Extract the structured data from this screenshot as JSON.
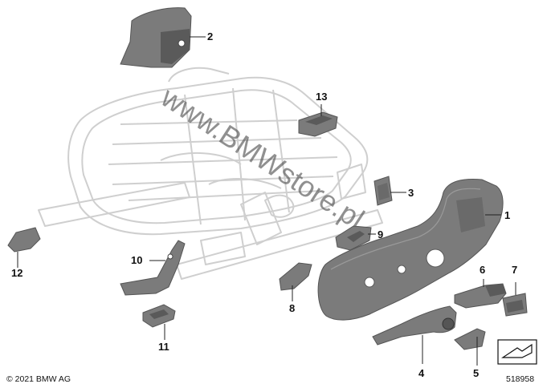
{
  "diagram": {
    "callouts": [
      "1",
      "2",
      "3",
      "4",
      "5",
      "6",
      "7",
      "8",
      "9",
      "10",
      "11",
      "12",
      "13"
    ],
    "copyright": "© 2021 BMW AG",
    "diagram_number": "518958",
    "watermark": "www.BMWstore.pl"
  },
  "colors": {
    "part_fill": "#7b7b7b",
    "part_dark": "#4e4e4e",
    "frame_stroke": "#c9c9c9",
    "leader": "#222222"
  }
}
